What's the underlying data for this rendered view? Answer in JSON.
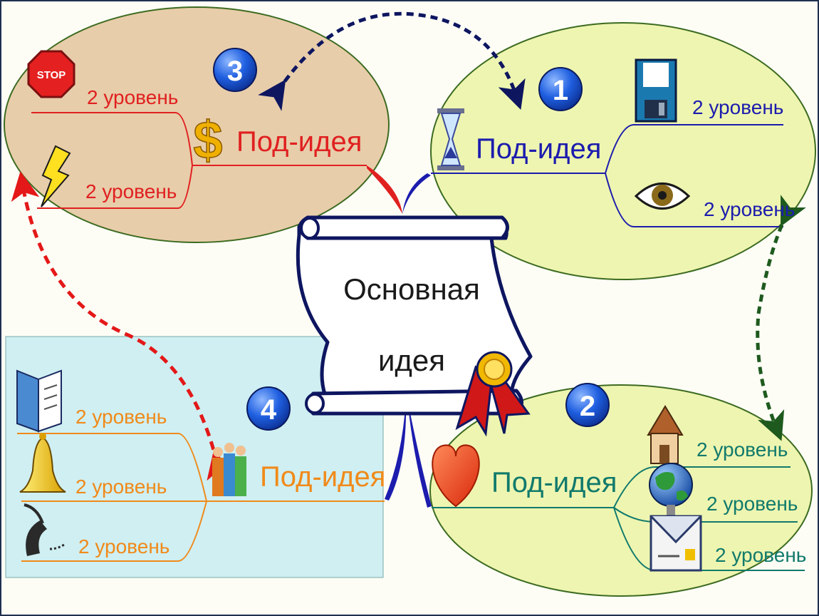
{
  "center": {
    "line1": "Основная",
    "line2": "идея"
  },
  "branches": [
    {
      "number": "1",
      "idea": "Под-идея",
      "levels": [
        "2 уровень",
        "2 уровень"
      ],
      "icons": [
        "hourglass-icon",
        "floppy-disk-icon",
        "eye-icon"
      ]
    },
    {
      "number": "2",
      "idea": "Под-идея",
      "levels": [
        "2 уровень",
        "2 уровень",
        "2 уровень"
      ],
      "icons": [
        "heart-icon",
        "house-icon",
        "globe-icon",
        "envelope-icon"
      ]
    },
    {
      "number": "3",
      "idea": "Под-идея",
      "levels": [
        "2 уровень",
        "2 уровень"
      ],
      "icons": [
        "dollar-icon",
        "stop-sign-icon",
        "lightning-icon"
      ]
    },
    {
      "number": "4",
      "idea": "Под-идея",
      "levels": [
        "2 уровень",
        "2 уровень",
        "2 уровень"
      ],
      "icons": [
        "people-icon",
        "book-icon",
        "bell-icon",
        "telephone-icon"
      ]
    }
  ],
  "stop_text": "STOP",
  "colors": {
    "branch1": "#1c1cae",
    "branch2": "#117a6c",
    "branch3": "#e02020",
    "branch4": "#f08a1a",
    "ellipse_green": "#eef5b0",
    "ellipse_tan": "#e8cdaa",
    "panel_blue": "#cfeff2",
    "arrow_navy": "#0e1660",
    "arrow_green": "#1e5a1e",
    "arrow_red": "#e41818"
  }
}
